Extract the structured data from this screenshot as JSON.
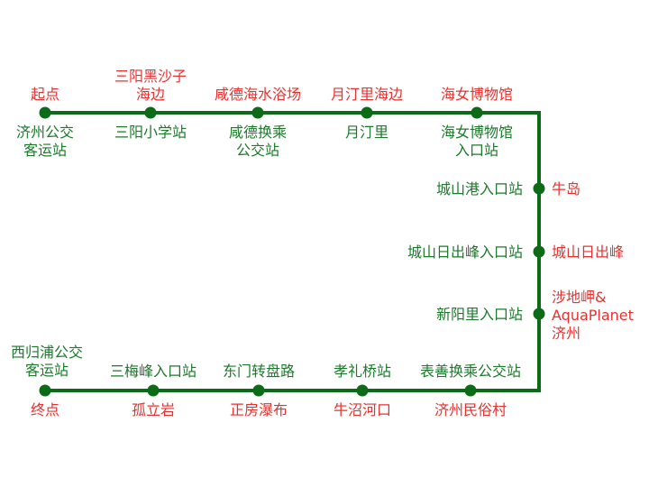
{
  "colors": {
    "line": "#0b6b17",
    "station": "#1b7a2a",
    "poi": "#e8312f",
    "background": "#ffffff"
  },
  "top_row": [
    {
      "station": "济州公交\n客运站",
      "poi": "起点"
    },
    {
      "station": "三阳小学站",
      "poi": "三阳黑沙子\n海边"
    },
    {
      "station": "咸德换乘\n公交站",
      "poi": "咸德海水浴场"
    },
    {
      "station": "月汀里",
      "poi": "月汀里海边"
    },
    {
      "station": "海女博物馆\n入口站",
      "poi": "海女博物馆"
    }
  ],
  "right_column": [
    {
      "station": "城山港入口站",
      "poi": "牛岛"
    },
    {
      "station": "城山日出峰入口站",
      "poi": "城山日出峰"
    },
    {
      "station": "新阳里入口站",
      "poi": "涉地岬&\nAquaPlanet\n济州"
    }
  ],
  "bottom_row": [
    {
      "station": "西归浦公交\n客运站",
      "poi": "终点"
    },
    {
      "station": "三梅峰入口站",
      "poi": "孤立岩"
    },
    {
      "station": "东门转盘路",
      "poi": "正房瀑布"
    },
    {
      "station": "孝礼桥站",
      "poi": "牛沼河口"
    },
    {
      "station": "表善换乘公交站",
      "poi": "济州民俗村"
    }
  ]
}
